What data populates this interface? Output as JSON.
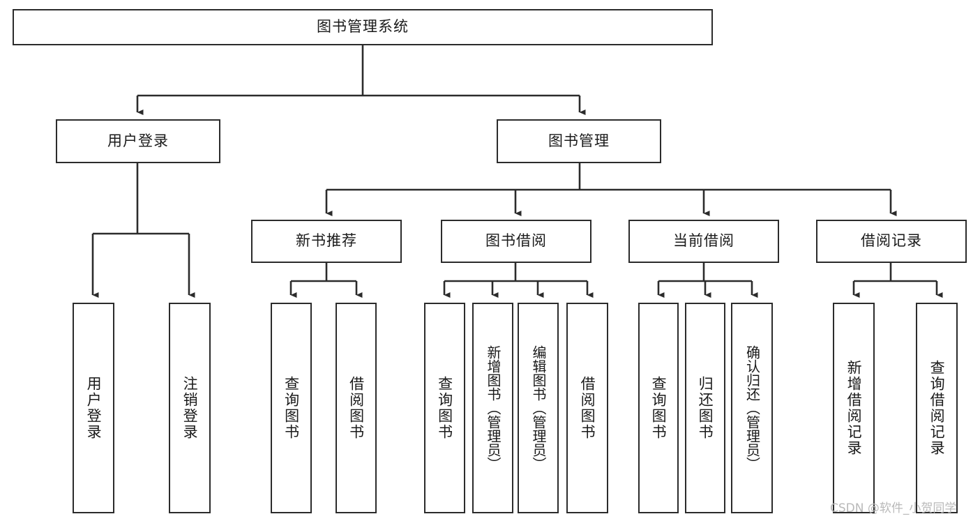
{
  "diagram": {
    "type": "tree-hierarchy",
    "title": "图书管理系统",
    "watermark": "CSDN @软件_小贺同学",
    "colors": {
      "box_border": "#2b2b2b",
      "box_fill": "#ffffff",
      "connector": "#2b2b2b",
      "text": "#1a1a1a",
      "watermark": "#b9b9b9"
    },
    "root": {
      "id": "root",
      "label": "图书管理系统",
      "orientation": "horizontal"
    },
    "level2": [
      {
        "id": "user-login",
        "label": "用户登录",
        "orientation": "horizontal"
      },
      {
        "id": "book-manage",
        "label": "图书管理",
        "orientation": "horizontal"
      }
    ],
    "level3": [
      {
        "id": "new-book-recommend",
        "label": "新书推荐",
        "orientation": "horizontal",
        "parent": "book-manage"
      },
      {
        "id": "book-borrow",
        "label": "图书借阅",
        "orientation": "horizontal",
        "parent": "book-manage"
      },
      {
        "id": "current-borrow",
        "label": "当前借阅",
        "orientation": "horizontal",
        "parent": "book-manage"
      },
      {
        "id": "borrow-record",
        "label": "借阅记录",
        "orientation": "horizontal",
        "parent": "book-manage"
      }
    ],
    "leaves": [
      {
        "id": "leaf-user-login",
        "label": "用户登录",
        "parent": "user-login"
      },
      {
        "id": "leaf-logout-login",
        "label": "注销登录",
        "parent": "user-login"
      },
      {
        "id": "leaf-query-book-1",
        "label": "查询图书",
        "parent": "new-book-recommend"
      },
      {
        "id": "leaf-borrow-book-1",
        "label": "借阅图书",
        "parent": "new-book-recommend"
      },
      {
        "id": "leaf-query-book-2",
        "label": "查询图书",
        "parent": "book-borrow"
      },
      {
        "id": "leaf-add-book",
        "label": "新增图书（管理员）",
        "parent": "book-borrow"
      },
      {
        "id": "leaf-edit-book",
        "label": "编辑图书（管理员）",
        "parent": "book-borrow"
      },
      {
        "id": "leaf-borrow-book-2",
        "label": "借阅图书",
        "parent": "book-borrow"
      },
      {
        "id": "leaf-query-book-3",
        "label": "查询图书",
        "parent": "current-borrow"
      },
      {
        "id": "leaf-return-book",
        "label": "归还图书",
        "parent": "current-borrow"
      },
      {
        "id": "leaf-confirm-return",
        "label": "确认归还（管理员）",
        "parent": "current-borrow"
      },
      {
        "id": "leaf-add-record",
        "label": "新增借阅记录",
        "parent": "borrow-record"
      },
      {
        "id": "leaf-query-record",
        "label": "查询借阅记录",
        "parent": "borrow-record"
      }
    ]
  }
}
